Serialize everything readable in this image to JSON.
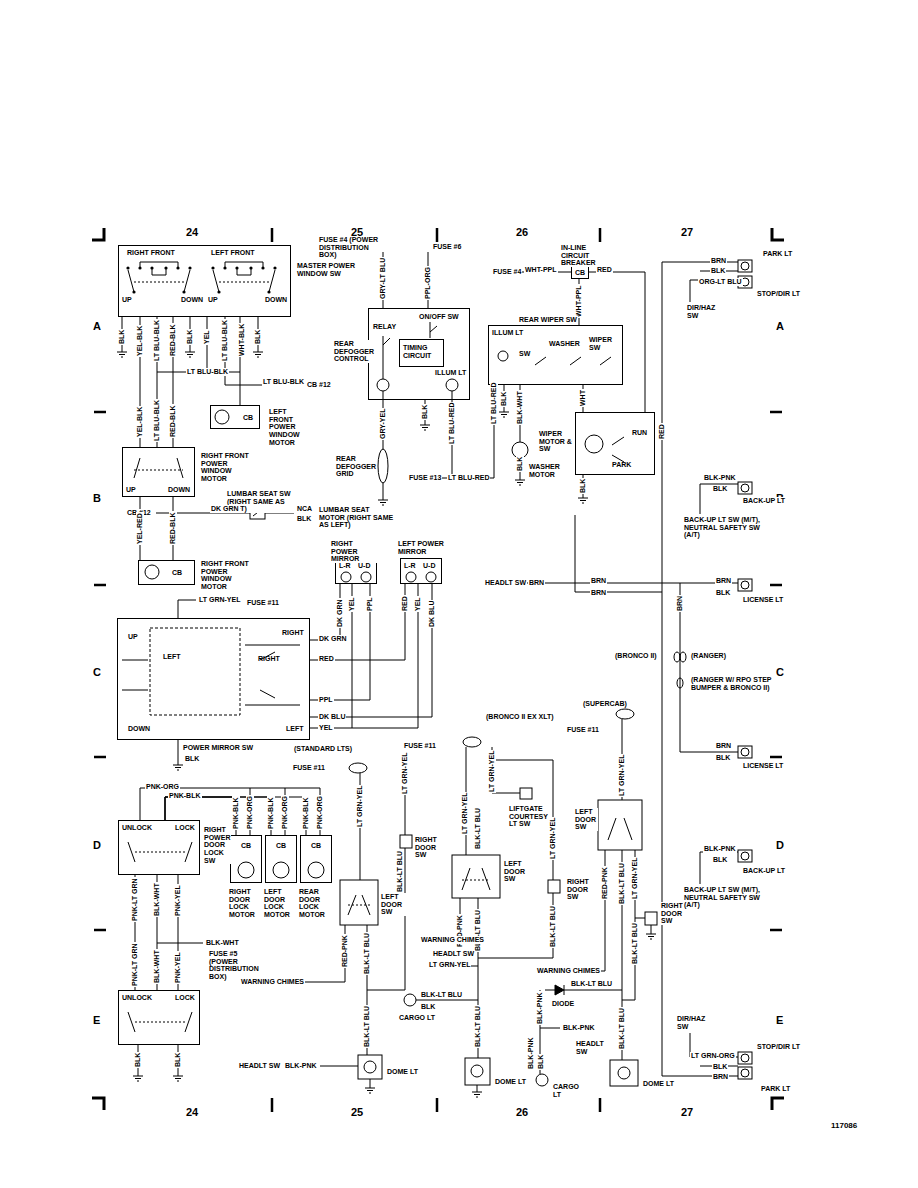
{
  "diagram": {
    "nodes": [
      {
        "text": [
          "RIGHT FRONT",
          "LEFT FRONT",
          "UP",
          "DOWN",
          "UP",
          "DOWN"
        ]
      },
      {
        "text": [
          "CB"
        ]
      },
      {
        "text": [
          "UP",
          "DOWN"
        ]
      },
      {
        "text": [
          "CB"
        ]
      },
      {
        "text": [
          "RELAY",
          "ON/OFF SW",
          "ILLUM LT"
        ]
      },
      {
        "text": [
          "TIMING CIRCUIT"
        ],
        "in": 4
      },
      {
        "text": [
          "CB"
        ]
      },
      {
        "text": [
          "ILLUM LT",
          "SW",
          "WASHER",
          "WIPER SW"
        ]
      },
      {
        "text": [
          "RUN",
          "PARK"
        ]
      },
      {
        "text": [
          "L-R",
          "U-D"
        ]
      },
      {
        "text": [
          "L-R",
          "U-D"
        ]
      },
      {
        "text": [
          "UP",
          "LEFT",
          "RIGHT",
          "RIGHT",
          "DOWN",
          "LEFT"
        ]
      },
      {
        "text": [
          "UNLOCK",
          "LOCK"
        ]
      },
      {
        "text": [
          "CB"
        ]
      },
      {
        "text": [
          "CB"
        ]
      },
      {
        "text": [
          "CB"
        ]
      },
      {
        "text": [
          "UNLOCK",
          "LOCK"
        ]
      }
    ],
    "edges": [
      {
        "from": 0,
        "to": 1,
        "arrow": "none"
      },
      {
        "from": 0,
        "to": 2,
        "arrow": "none"
      },
      {
        "from": 2,
        "to": 3,
        "arrow": "none"
      },
      {
        "from": 6,
        "to": 7,
        "arrow": "none"
      },
      {
        "from": 6,
        "to": 8,
        "arrow": "none"
      },
      {
        "from": 7,
        "to": 8,
        "arrow": "none"
      },
      {
        "from": 11,
        "to": 9,
        "arrow": "none"
      },
      {
        "from": 11,
        "to": 10,
        "arrow": "none"
      },
      {
        "from": 12,
        "to": 13,
        "arrow": "none"
      },
      {
        "from": 12,
        "to": 14,
        "arrow": "none"
      },
      {
        "from": 12,
        "to": 15,
        "arrow": "none"
      },
      {
        "from": 12,
        "to": 16,
        "arrow": "none"
      }
    ],
    "labels": [
      "24",
      "25",
      "26",
      "27",
      "24",
      "25",
      "26",
      "27",
      "A",
      "B",
      "C",
      "D",
      "E",
      "A",
      "B",
      "C",
      "D",
      "E",
      "117086",
      "MASTER POWER WINDOW SW",
      "BLK",
      "YEL-BLK",
      "LT BLU-BLK",
      "RED-BLK",
      "BLK",
      "YEL",
      "LT BLU-BLK",
      "WHT-BLK",
      "BLK",
      "LT BLU-BLK",
      "LT BLU-BLK",
      "CB #12",
      "LEFT FRONT POWER WINDOW MOTOR",
      "YEL-BLK",
      "LT BLU-BLK",
      "RED-BLK",
      "RIGHT FRONT POWER WINDOW MOTOR",
      "LUMBAR SEAT SW (RIGHT SAME AS LEFT)",
      "CB #12",
      "DK GRN",
      "NCA",
      "BLK",
      "LUMBAR SEAT MOTOR (RIGHT SAME AS LEFT)",
      "YEL-RED",
      "RED-BLK",
      "RIGHT FRONT POWER WINDOW MOTOR",
      "FUSE #4 (POWER DISTRIBUTION BOX)",
      "FUSE #6",
      "GRY-LT BLU",
      "PPL-ORG",
      "REAR DEFOGGER CONTROL",
      "GRY-YEL",
      "BLK",
      "LT BLU-RED",
      "REAR DEFOGGER GRID",
      "FUSE #13",
      "LT BLU-RED",
      "IN-LINE CIRCUIT BREAKER",
      "FUSE #4",
      "WHT-PPL",
      "RED",
      "WHT-PPL",
      "REAR WIPER SW",
      "LT BLU-RED",
      "BLK",
      "BLK-WHT",
      "WHT",
      "RED",
      "WIPER MOTOR & SW",
      "BLK",
      "WASHER MOTOR",
      "BLK",
      "PARK LT",
      "BRN",
      "BLK",
      "ORG-LT BLU",
      "STOP/DIR LT",
      "DIR/HAZ SW",
      "BLK-PNK",
      "BLK",
      "BACK-UP LT",
      "BACK-UP LT SW (M/T), NEUTRAL SAFETY SW (A/T)",
      "HEADLT SW",
      "BRN",
      "BRN",
      "BRN",
      "BRN",
      "BLK",
      "LICENSE LT",
      "BRN",
      "(BRONCO II)",
      "(RANGER)",
      "(RANGER W/ RPO STEP BUMPER & BRONCO II)",
      "BRN",
      "BLK",
      "LICENSE LT",
      "RIGHT POWER MIRROR",
      "LEFT POWER MIRROR",
      "LT GRN-YEL",
      "FUSE #11",
      "DK GRN",
      "RED",
      "PPL",
      "DK BLU",
      "YEL",
      "DK GRN",
      "YEL",
      "PPL",
      "RED",
      "YEL",
      "DK BLU",
      "POWER MIRROR SW",
      "BLK",
      "PNK-ORG",
      "PNK-BLK",
      "RIGHT POWER DOOR LOCK SW",
      "PNK-BLK",
      "PNK-ORG",
      "PNK-BLK",
      "PNK-ORG",
      "PNK-BLK",
      "PNK-ORG",
      "RIGHT DOOR LOCK MOTOR",
      "LEFT DOOR LOCK MOTOR",
      "REAR DOOR LOCK MOTOR",
      "PNK-LT GRN",
      "BLK-WHT",
      "PNK-YEL",
      "BLK-WHT",
      "FUSE #5 (POWER DISTRIBUTION BOX)",
      "PNK-LT GRN",
      "BLK-WHT",
      "PNK-YEL",
      "BLK",
      "BLK",
      "(STANDARD LTS)",
      "FUSE #11",
      "LT GRN-YEL",
      "LT GRN-YEL",
      "RIGHT DOOR SW",
      "BLK-LT BLU",
      "LEFT DOOR SW",
      "RED-PNK",
      "BLK-LT BLU",
      "WARNING CHIMES",
      "BLK-LT BLU",
      "HEADLT SW",
      "BLK-PNK",
      "DOME LT",
      "(BRONCO II EX XLT)",
      "FUSE #11",
      "LT GRN-YEL",
      "LT GRN-YEL",
      "LIFTGATE COURTESY LT SW",
      "BLK-LT BLU",
      "LEFT DOOR SW",
      "RED-PNK",
      "BLK-LT BLU",
      "LT GRN-YEL",
      "RIGHT DOOR SW",
      "BLK-LT BLU",
      "WARNING CHIMES",
      "HEADLT SW",
      "LT GRN-YEL",
      "BLK-LT BLU",
      "BLK",
      "CARGO LT",
      "BLK-LT BLU",
      "DOME LT",
      "(SUPERCAB)",
      "FUSE #11",
      "LT GRN-YEL",
      "LEFT DOOR SW",
      "RED-PNK",
      "BLK-LT BLU",
      "LT GRN-YEL",
      "RIGHT DOOR SW",
      "BLK-LT BLU",
      "WARNING CHIMES",
      "BLK-LT BLU",
      "DIODE",
      "BLK-PNK",
      "BLK-PNK",
      "HEADLT SW",
      "BLK-LT BLU",
      "BLK-PNK",
      "BLK",
      "CARGO LT",
      "DOME LT",
      "BLK-PNK",
      "BLK",
      "BACK-UP LT",
      "BACK-UP LT SW (M/T), NEUTRAL SAFETY SW (A/T)",
      "DIR/HAZ SW",
      "STOP/DIR LT",
      "LT GRN-ORG",
      "BLK",
      "BRN",
      "PARK LT"
    ]
  }
}
